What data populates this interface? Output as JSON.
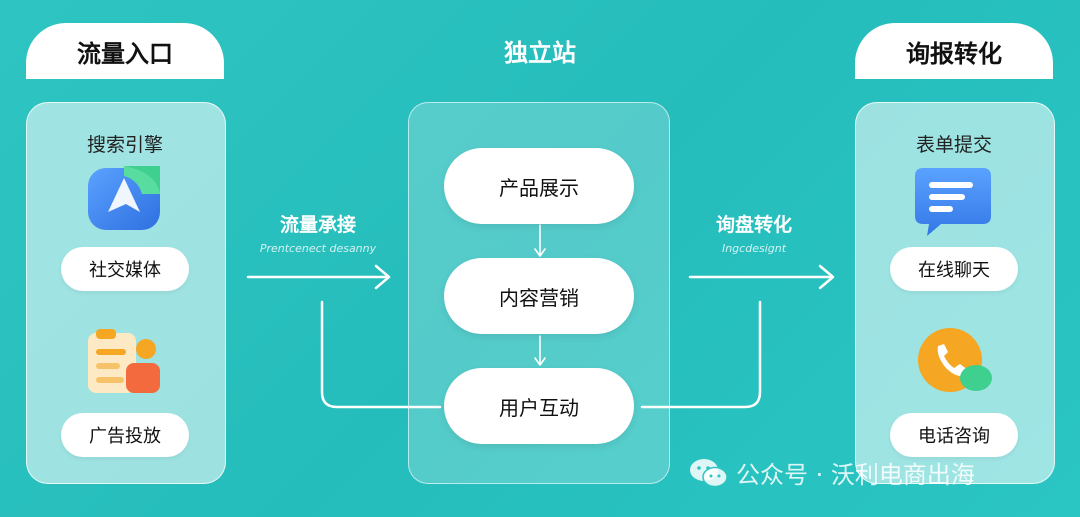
{
  "left": {
    "header": "流量入口",
    "caption": "搜索引擎",
    "tags": [
      "社交媒体",
      "广告投放"
    ]
  },
  "center": {
    "title": "独立站",
    "steps": [
      "产品展示",
      "内容营销",
      "用户互动"
    ]
  },
  "right": {
    "header": "询报转化",
    "caption": "表单提交",
    "tags": [
      "在线聊天",
      "电话咨询"
    ]
  },
  "arrows": {
    "left_label": "流量承接",
    "left_sub": "Prentcenect desanny",
    "right_label": "询盘转化",
    "right_sub": "Ingcdesignt"
  },
  "watermark": {
    "text": "公众号 · 沃利电商出海"
  },
  "colors": {
    "background": "#2ec4c2",
    "panel": "#ffffff",
    "icon_blue": "#3b7ee8",
    "icon_green": "#3fcf8e",
    "icon_orange": "#f5a623"
  }
}
